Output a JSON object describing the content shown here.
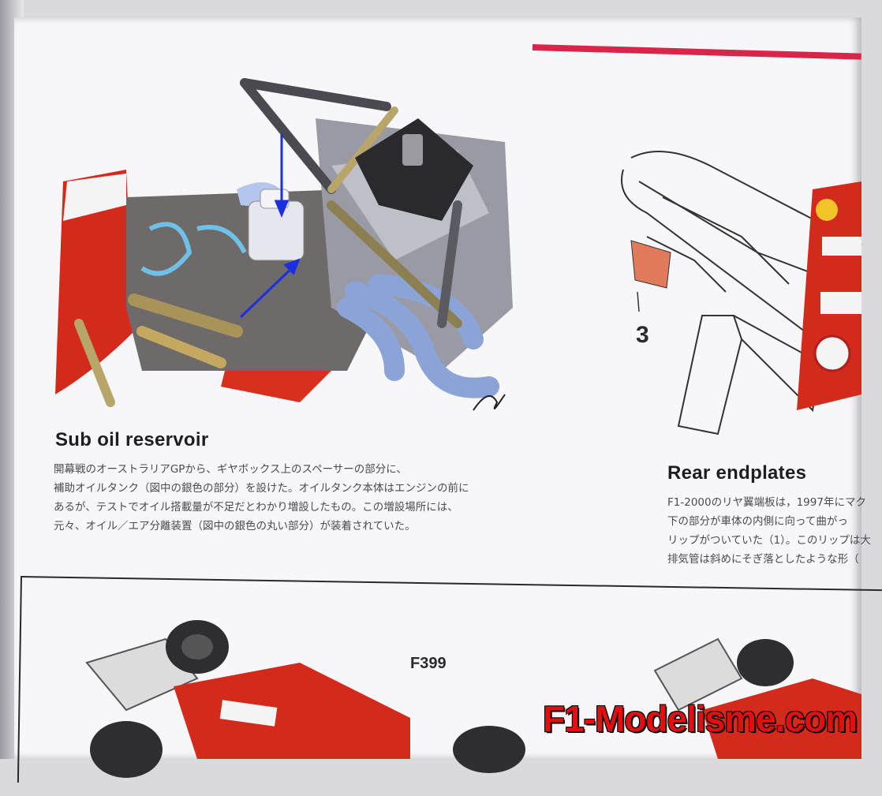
{
  "left_section": {
    "title": "Sub oil reservoir",
    "lines": [
      "開幕戦のオーストラリアGPから、ギヤボックス上のスペーサーの部分に、",
      "補助オイルタンク（図中の銀色の部分）を設けた。オイルタンク本体はエンジンの前に",
      "あるが、テストでオイル搭載量が不足だとわかり増設したもの。この増設場所には、",
      "元々、オイル／エア分離装置（図中の銀色の丸い部分）が装着されていた。"
    ]
  },
  "right_section": {
    "title": "Rear endplates",
    "callout_number": "3",
    "lines": [
      "F1-2000のリヤ翼端板は，1997年にマク",
      "下の部分が車体の内側に向って曲がっ",
      "リップがついていた（1）。このリップは大",
      "排気管は斜めにそぎ落としたような形（"
    ]
  },
  "bottom_box": {
    "car_label": "F399"
  },
  "watermark": "F1-Modelisme.com",
  "colors": {
    "accent_red": "#d8264a",
    "ferrari_red": "#d42a1c",
    "arrow_blue": "#1a2fe0",
    "watermark_red": "#e01010"
  }
}
